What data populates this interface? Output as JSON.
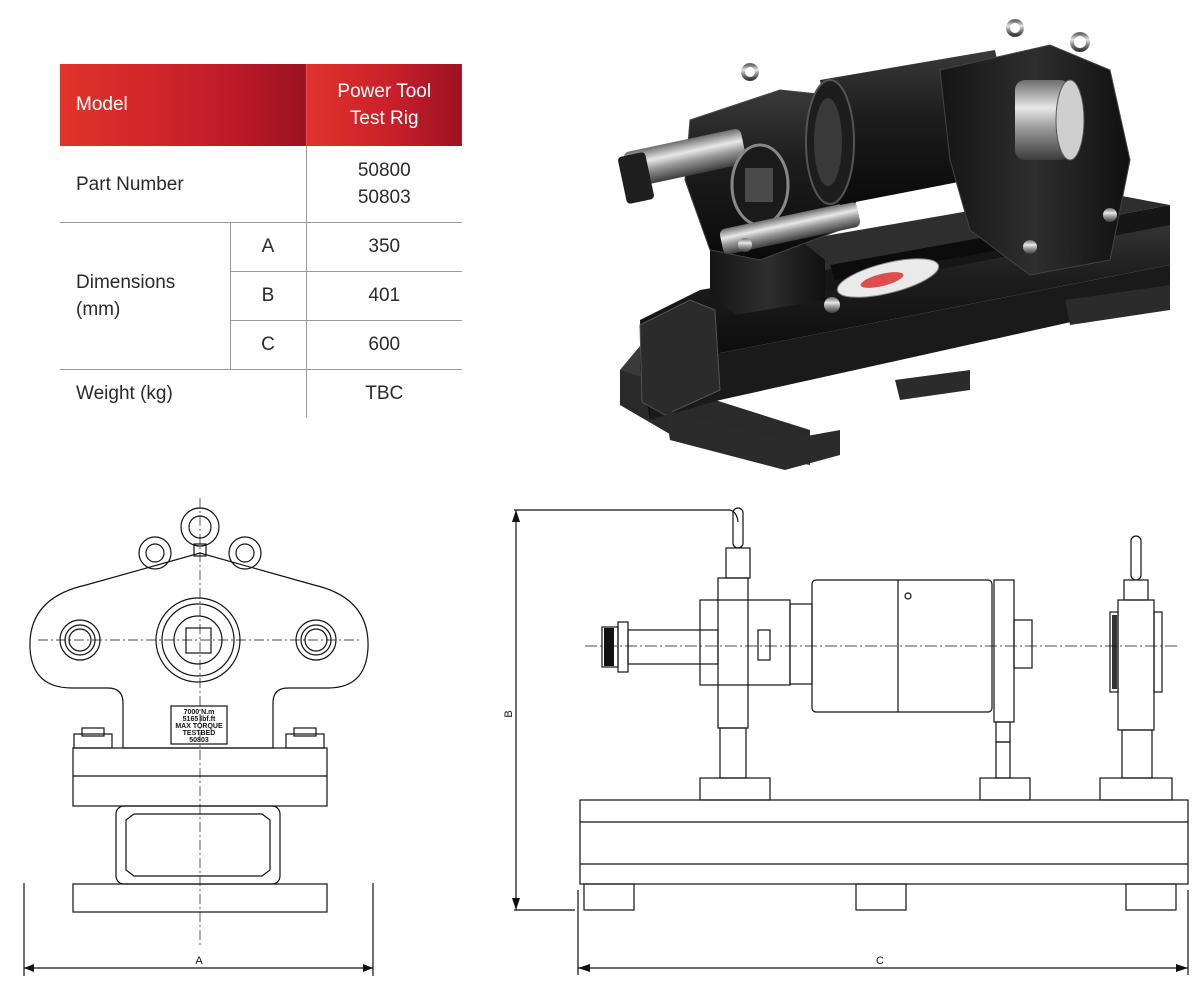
{
  "spec_table": {
    "header": {
      "col1": "Model",
      "col3_line1": "Power Tool",
      "col3_line2": "Test Rig"
    },
    "part_number": {
      "label": "Part Number",
      "value_line1": "50800",
      "value_line2": "50803"
    },
    "dimensions": {
      "label_line1": "Dimensions",
      "label_line2": "(mm)",
      "rows": [
        {
          "key": "A",
          "value": "350"
        },
        {
          "key": "B",
          "value": "401"
        },
        {
          "key": "C",
          "value": "600"
        }
      ]
    },
    "weight": {
      "label": "Weight (kg)",
      "value": "TBC"
    }
  },
  "front_drawing": {
    "plate_lines": [
      "7000 N.m",
      "5165 lbf.ft",
      "MAX TORQUE",
      "TESTBED",
      "50803"
    ],
    "dimension_label": "A"
  },
  "side_drawing": {
    "height_label": "B",
    "length_label": "C"
  },
  "colors": {
    "header_red_light": "#e2332b",
    "header_red_dark": "#9d1123",
    "rule_gray": "#9a9a9a",
    "machine_black": "#1b1b1b"
  }
}
